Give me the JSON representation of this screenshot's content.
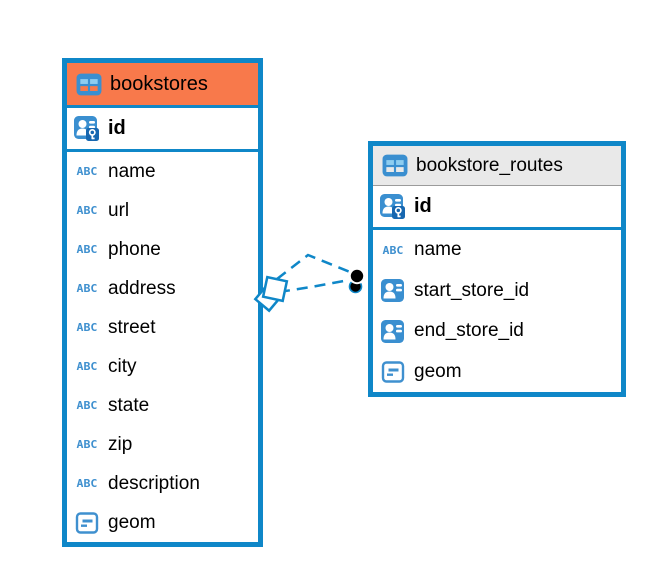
{
  "diagram": {
    "tables": {
      "bookstores": {
        "title": "bookstores",
        "columns": {
          "id": "id",
          "name": "name",
          "url": "url",
          "phone": "phone",
          "address": "address",
          "street": "street",
          "city": "city",
          "state": "state",
          "zip": "zip",
          "description": "description",
          "geom": "geom"
        }
      },
      "bookstore_routes": {
        "title": "bookstore_routes",
        "columns": {
          "id": "id",
          "name": "name",
          "start_store_id": "start_store_id",
          "end_store_id": "end_store_id",
          "geom": "geom"
        }
      }
    },
    "icons": {
      "abc_label": "ABC",
      "table": "table-icon",
      "primary_key": "person-with-key-icon",
      "reference": "person-icon",
      "geometry": "rounded-square-dash-icon"
    },
    "colors": {
      "accent_blue": "#0f87c8",
      "bookstores_header_orange": "#f8794b",
      "routes_header_gray": "#e9e9e9",
      "icon_blue": "#3a8fd0",
      "icon_light_blue": "#8ecdf0",
      "connector_dot_black": "#000000"
    }
  }
}
